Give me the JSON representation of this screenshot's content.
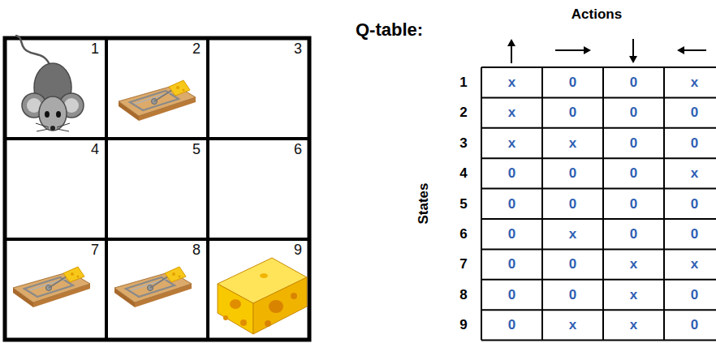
{
  "diagram": {
    "nodes": [
      {
        "text": [
          "1"
        ]
      },
      {
        "text": [
          "2"
        ]
      },
      {
        "text": [
          "3"
        ]
      },
      {
        "text": [
          "4"
        ]
      },
      {
        "text": [
          "5"
        ]
      },
      {
        "text": [
          "6"
        ]
      },
      {
        "text": [
          "7"
        ]
      },
      {
        "text": [
          "8"
        ]
      },
      {
        "text": [
          "9"
        ]
      }
    ],
    "labels": [
      "Q-table:",
      "Actions",
      "States",
      "1",
      "x",
      "0",
      "0",
      "x",
      "2",
      "x",
      "0",
      "0",
      "0",
      "3",
      "x",
      "x",
      "0",
      "0",
      "4",
      "0",
      "0",
      "0",
      "x",
      "5",
      "0",
      "0",
      "0",
      "0",
      "6",
      "0",
      "x",
      "0",
      "0",
      "7",
      "0",
      "0",
      "x",
      "x",
      "8",
      "0",
      "0",
      "x",
      "0",
      "9",
      "0",
      "x",
      "x",
      "0"
    ]
  }
}
